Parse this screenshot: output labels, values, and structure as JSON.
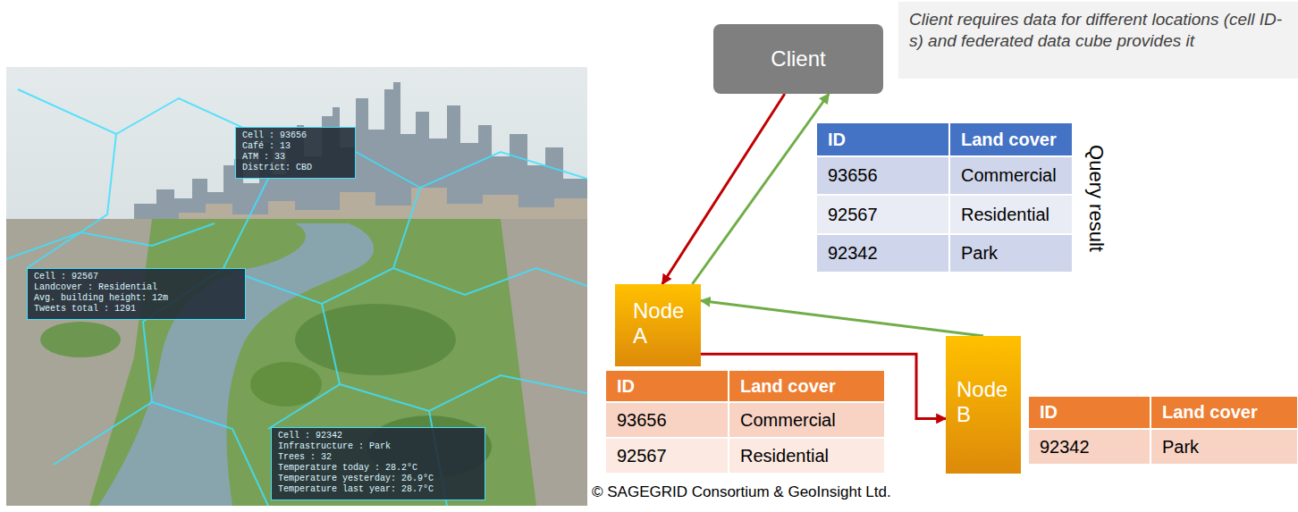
{
  "diagram": {
    "nodes": [
      {
        "text": [
          "Cell : 93656",
          "Café : 13",
          "ATM : 33",
          "District: CBD"
        ]
      },
      {
        "text": [
          "Cell : 92567",
          "Landcover : Residential",
          "Avg. building height: 12m",
          "Tweets total : 1291"
        ]
      },
      {
        "text": [
          "Cell : 92342",
          "Infrastructure : Park",
          "Trees : 32",
          "Temperature today : 28.2°C",
          "Temperature yesterday: 26.9°C",
          "Temperature last year: 28.7°C"
        ]
      },
      {
        "text": [
          "Client"
        ]
      },
      {
        "text": [
          "Client requires data for different locations (cell ID-s) and federated data cube provides it"
        ]
      },
      {
        "text": [
          "Node A"
        ]
      },
      {
        "text": [
          "Node B"
        ]
      }
    ],
    "edges": [
      {
        "from": 3,
        "to": 5,
        "arrow": "to"
      },
      {
        "from": 5,
        "to": 3,
        "arrow": "to"
      },
      {
        "from": 5,
        "to": 6,
        "arrow": "to"
      },
      {
        "from": 6,
        "to": 5,
        "arrow": "to"
      }
    ],
    "labels": [
      "ID",
      "Land cover",
      "93656",
      "Commercial",
      "92567",
      "Residential",
      "92342",
      "Park",
      "Query result",
      "ID",
      "Land cover",
      "93656",
      "Commercial",
      "92567",
      "Residential",
      "ID",
      "Land cover",
      "92342",
      "Park",
      "© SAGEGRID Consortium & GeoInsight Ltd."
    ]
  }
}
